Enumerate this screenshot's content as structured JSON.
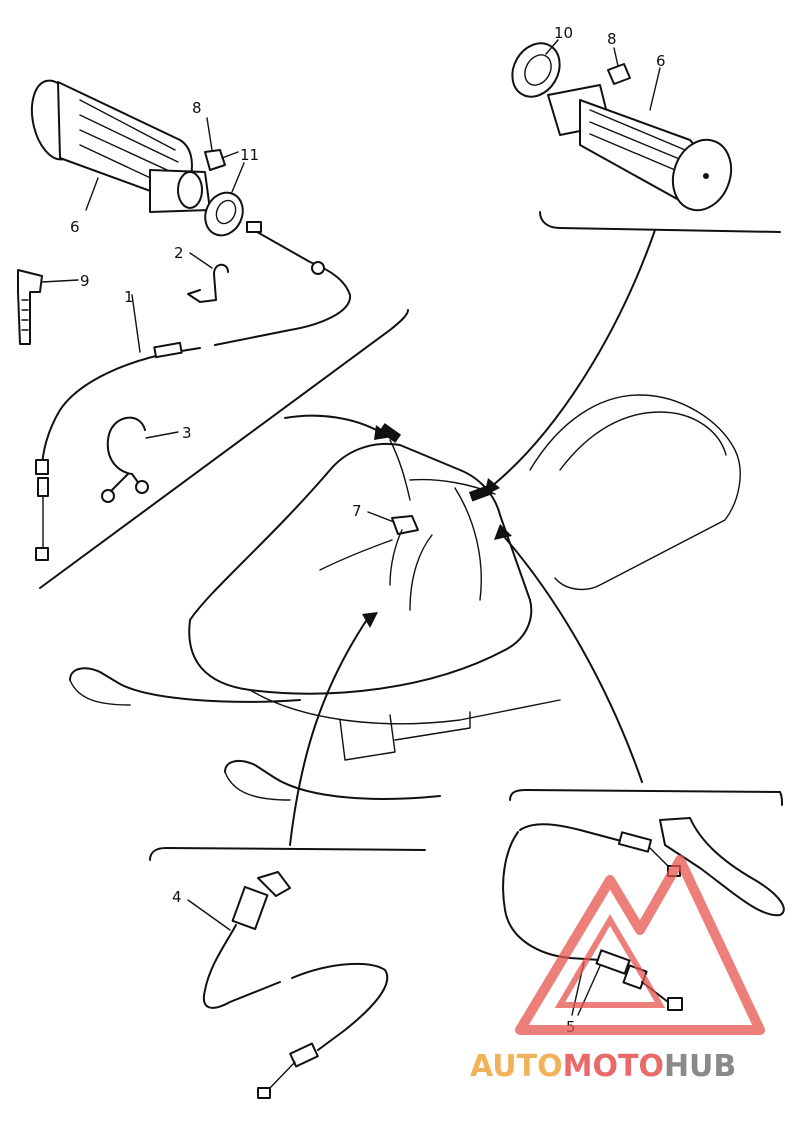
{
  "diagram": {
    "callouts": {
      "c1": "1",
      "c2": "2",
      "c3": "3",
      "c4": "4",
      "c5": "5",
      "c6_left": "6",
      "c6_right": "6",
      "c7": "7",
      "c8_left": "8",
      "c8_right": "8",
      "c9": "9",
      "c10": "10",
      "c11": "11"
    }
  },
  "watermark": {
    "word_part1": "AUTO",
    "word_part2": "MOTO",
    "word_part3": "HUB",
    "colors": {
      "part1": "#f2b25a",
      "part2": "#e86a6a",
      "part3": "#8a8a8a",
      "triangle": "#e8554f"
    }
  }
}
